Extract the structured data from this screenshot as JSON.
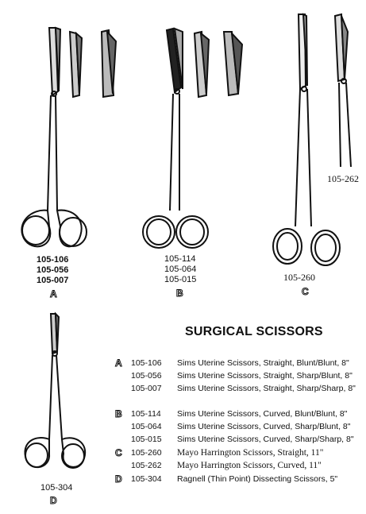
{
  "figures": [
    {
      "letter": "A",
      "codes": [
        "105-106",
        "105-056",
        "105-007"
      ]
    },
    {
      "letter": "B",
      "codes": [
        "105-114",
        "105-064",
        "105-015"
      ]
    },
    {
      "letter": "C",
      "codes": [
        "105-260"
      ]
    },
    {
      "letter": "D",
      "codes": [
        "105-304"
      ]
    }
  ],
  "detail_code": "105-262",
  "title": "SURGICAL SCISSORS",
  "catalog": [
    {
      "letter": "A",
      "code": "105-106",
      "desc": "Sims Uterine Scissors, Straight, Blunt/Blunt, 8\""
    },
    {
      "letter": "",
      "code": "105-056",
      "desc": "Sims Uterine Scissors, Straight, Sharp/Blunt, 8\""
    },
    {
      "letter": "",
      "code": "105-007",
      "desc": "Sims Uterine Scissors, Straight, Sharp/Sharp, 8\""
    },
    {
      "letter": "B",
      "code": "105-114",
      "desc": "Sims Uterine Scissors, Curved, Blunt/Blunt, 8\""
    },
    {
      "letter": "",
      "code": "105-064",
      "desc": "Sims Uterine Scissors, Curved, Sharp/Blunt, 8\""
    },
    {
      "letter": "",
      "code": "105-015",
      "desc": "Sims Uterine Scissors, Curved, Sharp/Sharp, 8\""
    },
    {
      "letter": "C",
      "code": "105-260",
      "desc": "Mayo Harrington Scissors, Straight, 11\""
    },
    {
      "letter": "",
      "code": "105-262",
      "desc": "Mayo Harrington Scissors, Curved, 11\""
    },
    {
      "letter": "D",
      "code": "105-304",
      "desc": "Ragnell (Thin Point) Dissecting Scissors, 5\""
    }
  ]
}
